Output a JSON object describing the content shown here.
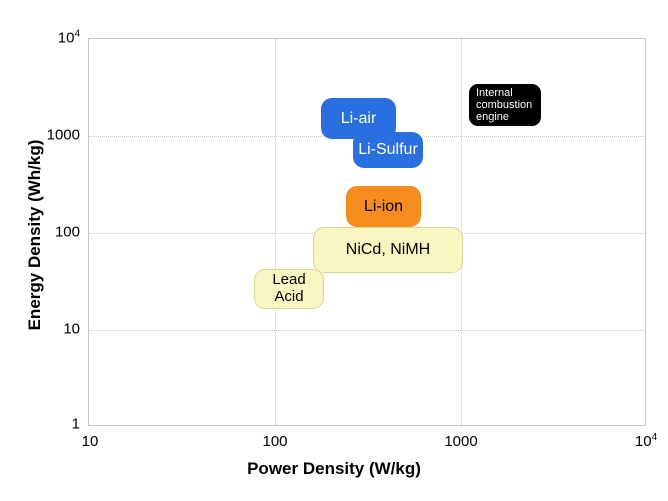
{
  "chart_data": {
    "type": "scatter",
    "title": "",
    "xlabel": "Power Density (W/kg)",
    "ylabel": "Energy Density (Wh/kg)",
    "xscale": "log",
    "yscale": "log",
    "xlim": [
      10,
      10000
    ],
    "ylim": [
      1,
      10000
    ],
    "grid": true,
    "legend": "none",
    "x_ticks": [
      {
        "value": 10,
        "label": "10"
      },
      {
        "value": 100,
        "label": "100"
      },
      {
        "value": 1000,
        "label": "1000"
      },
      {
        "value": 10000,
        "label": "10",
        "exponent": "4"
      }
    ],
    "y_ticks": [
      {
        "value": 1,
        "label": "1"
      },
      {
        "value": 10,
        "label": "10"
      },
      {
        "value": 100,
        "label": "100"
      },
      {
        "value": 1000,
        "label": "1000"
      },
      {
        "value": 10000,
        "label": "10",
        "exponent": "4"
      }
    ],
    "regions": [
      {
        "name": "Li-air",
        "label": "Li-air",
        "x_range": [
          180,
          310
        ],
        "y_range": [
          900,
          2600
        ],
        "fill": "#2a6fe0",
        "text_color": "#ffffff"
      },
      {
        "name": "Li-Sulfur",
        "label": "Li-Sulfur",
        "x_range": [
          290,
          520
        ],
        "y_range": [
          560,
          1150
        ],
        "fill": "#2a6fe0",
        "text_color": "#ffffff"
      },
      {
        "name": "Li-ion",
        "label": "Li-ion",
        "x_range": [
          250,
          500
        ],
        "y_range": [
          95,
          330
        ],
        "fill": "#f68b1e",
        "text_color": "#000000"
      },
      {
        "name": "NiCd, NiMH",
        "label": "NiCd, NiMH",
        "x_range": [
          170,
          1000
        ],
        "y_range": [
          40,
          110
        ],
        "fill": "#f8f6c0",
        "text_color": "#000000"
      },
      {
        "name": "Lead Acid",
        "label": "Lead\nAcid",
        "x_range": [
          80,
          160
        ],
        "y_range": [
          18,
          48
        ],
        "fill": "#f8f6c0",
        "text_color": "#000000"
      },
      {
        "name": "Internal combustion engine",
        "label": "Internal\ncombustion\nengine",
        "x_range": [
          1700,
          3000
        ],
        "y_range": [
          1150,
          3000
        ],
        "fill": "#000000",
        "text_color": "#ffffff"
      }
    ]
  },
  "colors": {
    "lithium_blue": "#2a6fe0",
    "li_ion_orange": "#f68b1e",
    "nickel_yellow": "#f8f6c0",
    "ice_black": "#000000",
    "gridline": "#c9c9c9",
    "axis_border": "#c8c8cc",
    "background": "#ffffff"
  }
}
